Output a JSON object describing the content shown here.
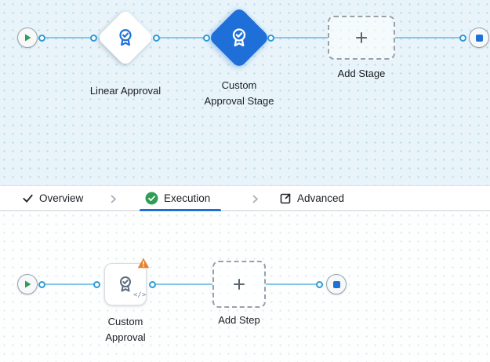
{
  "top_flow": {
    "stage1": {
      "label": "Linear Approval"
    },
    "stage2": {
      "label": "Custom Approval Stage",
      "selected": true
    },
    "add_stage": {
      "label": "Add Stage"
    }
  },
  "tab_bar": {
    "tabs": [
      {
        "label": "Overview",
        "icon": "check-icon",
        "state": "completed"
      },
      {
        "label": "Execution",
        "icon": "check-circle-icon",
        "state": "active"
      },
      {
        "label": "Advanced",
        "icon": "external-link-icon",
        "state": "default"
      }
    ]
  },
  "bottom_flow": {
    "step1": {
      "label": "Custom Approval",
      "warning": true,
      "code_badge": "</>"
    },
    "add_step": {
      "label": "Add Step"
    }
  },
  "colors": {
    "accent_blue": "#1e6fd8",
    "connector_blue": "#85c6e8",
    "success_green": "#2f9e55",
    "warning_orange": "#e8812e",
    "canvas_top_bg": "#e9f4fa",
    "canvas_bottom_bg": "#fdfefe"
  }
}
